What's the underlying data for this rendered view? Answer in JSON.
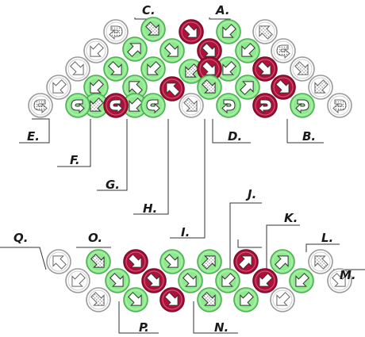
{
  "colors": {
    "green_fill": "#8FEA8F",
    "green_ring": "#4CAF50",
    "red_fill": "#B0103A",
    "red_ring": "#7A0A28",
    "white_fill": "#FFFFFF",
    "white_ring": "#9A9A9A"
  },
  "labels": {
    "A": "A.",
    "B": "B.",
    "C": "C.",
    "D": "D.",
    "E": "E.",
    "F": "F.",
    "G": "G.",
    "H": "H.",
    "I": "I.",
    "J": "J.",
    "K": "K.",
    "L": "L.",
    "M": "M.",
    "N": "N.",
    "O": "O.",
    "P": "P.",
    "Q": "Q."
  },
  "buttons": [
    {
      "id": "t0",
      "color": "green",
      "icon": "arrow-down-right-icon"
    },
    {
      "id": "t1",
      "color": "red",
      "icon": "arrow-down-right-icon"
    },
    {
      "id": "t2",
      "color": "green",
      "icon": "arrow-down-left-icon"
    },
    {
      "id": "t3",
      "color": "white",
      "icon": "u-turn-right-icon"
    },
    {
      "id": "t4",
      "color": "green",
      "icon": "arrow-up-right-icon"
    },
    {
      "id": "t5",
      "color": "green",
      "icon": "arrow-down-right-icon"
    },
    {
      "id": "t6",
      "color": "red",
      "icon": "arrow-down-right-icon"
    },
    {
      "id": "t7",
      "color": "green",
      "icon": "arrow-down-left-icon"
    },
    {
      "id": "t8",
      "color": "white",
      "icon": "arrow-down-left-icon"
    },
    {
      "id": "t9",
      "color": "white",
      "icon": "arrow-up-left-icon"
    },
    {
      "id": "t10",
      "color": "white",
      "icon": "u-turn-left-icon"
    },
    {
      "id": "t11",
      "color": "white",
      "icon": "arrow-down-right-icon"
    },
    {
      "id": "t12",
      "color": "white",
      "icon": "arrow-down-right-icon"
    },
    {
      "id": "t13",
      "color": "green",
      "icon": "arrow-down-right-icon"
    },
    {
      "id": "t14",
      "color": "green",
      "icon": "arrow-down-left-icon"
    },
    {
      "id": "t15",
      "color": "green",
      "icon": "arrow-down-left-icon"
    },
    {
      "id": "t16",
      "color": "green",
      "icon": "arrow-down-left-icon"
    },
    {
      "id": "t17",
      "color": "red",
      "icon": "arrow-down-right-icon"
    },
    {
      "id": "t18",
      "color": "red",
      "icon": "arrow-down-right-icon"
    },
    {
      "id": "t19",
      "color": "green",
      "icon": "arrow-down-left-icon"
    },
    {
      "id": "t20",
      "color": "white",
      "icon": "arrow-down-left-icon"
    },
    {
      "id": "t21",
      "color": "white",
      "icon": "arrow-down-left-icon"
    },
    {
      "id": "t22",
      "color": "green",
      "icon": "arrow-up-left-icon"
    },
    {
      "id": "t23",
      "color": "red",
      "icon": "arrow-up-left-icon"
    },
    {
      "id": "t24",
      "color": "green",
      "icon": "arrow-down-right-icon"
    },
    {
      "id": "t25",
      "color": "green",
      "icon": "arrow-up-right-icon"
    },
    {
      "id": "t26",
      "color": "red",
      "icon": "arrow-down-right-icon"
    },
    {
      "id": "t27",
      "color": "green",
      "icon": "arrow-down-left-icon"
    },
    {
      "id": "t28",
      "color": "green",
      "icon": "arrow-down-left-icon"
    },
    {
      "id": "t29",
      "color": "white",
      "icon": "u-turn-left-icon"
    },
    {
      "id": "t30",
      "color": "green",
      "icon": "u-turn-left-icon"
    },
    {
      "id": "t31",
      "color": "red",
      "icon": "u-turn-left-icon"
    },
    {
      "id": "t32",
      "color": "green",
      "icon": "u-turn-left-icon"
    },
    {
      "id": "t33",
      "color": "white",
      "icon": "arrow-down-right-icon"
    },
    {
      "id": "t34",
      "color": "green",
      "icon": "u-turn-right-icon"
    },
    {
      "id": "t35",
      "color": "red",
      "icon": "u-turn-right-icon"
    },
    {
      "id": "t36",
      "color": "green",
      "icon": "u-turn-right-icon"
    },
    {
      "id": "t37",
      "color": "white",
      "icon": "u-turn-right-icon"
    },
    {
      "id": "b0",
      "color": "white",
      "icon": "arrow-up-left-icon"
    },
    {
      "id": "b1",
      "color": "green",
      "icon": "arrow-down-right-icon"
    },
    {
      "id": "b2",
      "color": "red",
      "icon": "arrow-down-right-icon"
    },
    {
      "id": "b3",
      "color": "green",
      "icon": "arrow-down-right-icon"
    },
    {
      "id": "b4",
      "color": "green",
      "icon": "arrow-up-right-icon"
    },
    {
      "id": "b5",
      "color": "red",
      "icon": "arrow-up-right-icon"
    },
    {
      "id": "b6",
      "color": "green",
      "icon": "arrow-up-right-icon"
    },
    {
      "id": "b7",
      "color": "white",
      "icon": "arrow-up-left-icon"
    },
    {
      "id": "b8",
      "color": "white",
      "icon": "arrow-down-left-icon"
    },
    {
      "id": "b9",
      "color": "green",
      "icon": "arrow-down-right-icon"
    },
    {
      "id": "b10",
      "color": "red",
      "icon": "arrow-down-right-icon"
    },
    {
      "id": "b11",
      "color": "green",
      "icon": "arrow-down-right-icon"
    },
    {
      "id": "b12",
      "color": "green",
      "icon": "arrow-down-left-icon"
    },
    {
      "id": "b13",
      "color": "red",
      "icon": "arrow-down-left-icon"
    },
    {
      "id": "b14",
      "color": "green",
      "icon": "arrow-down-left-icon"
    },
    {
      "id": "b15",
      "color": "white",
      "icon": "arrow-down-right-icon"
    },
    {
      "id": "b16",
      "color": "white",
      "icon": "arrow-down-right-icon"
    },
    {
      "id": "b17",
      "color": "green",
      "icon": "arrow-down-right-icon"
    },
    {
      "id": "b18",
      "color": "red",
      "icon": "arrow-down-right-icon"
    },
    {
      "id": "b19",
      "color": "green",
      "icon": "arrow-down-right-icon"
    },
    {
      "id": "b20",
      "color": "green",
      "icon": "arrow-down-left-icon"
    },
    {
      "id": "b21",
      "color": "white",
      "icon": "arrow-down-left-icon"
    }
  ]
}
